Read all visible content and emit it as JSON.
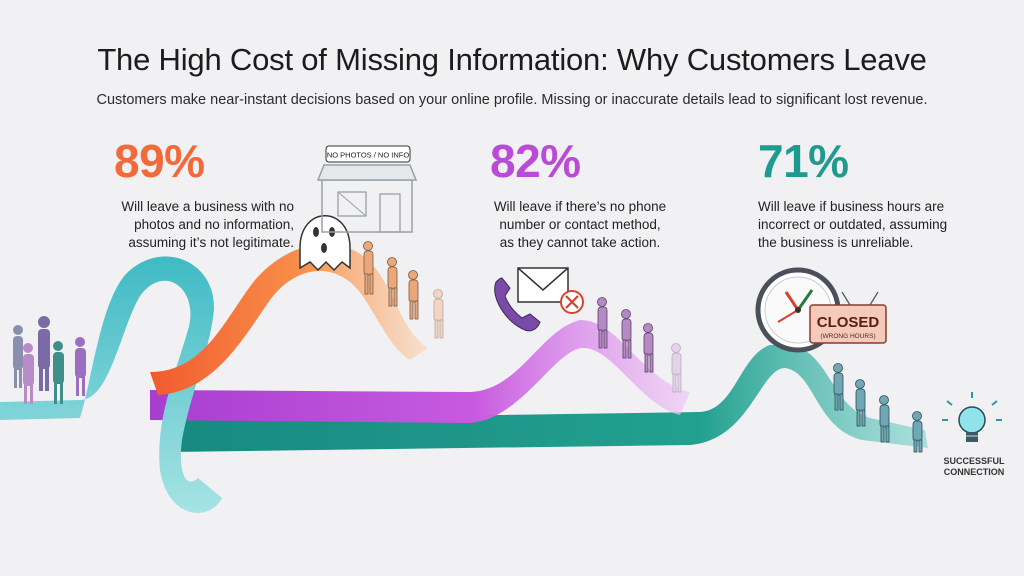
{
  "header": {
    "title": "The High Cost of Missing Information: Why Customers Leave",
    "subtitle": "Customers make near-instant decisions based on your online profile. Missing or inaccurate details lead to significant lost revenue."
  },
  "stats": [
    {
      "percent": "89%",
      "color": "#f26a3a",
      "line1": "Will leave a business with no",
      "line2": "photos and no information,",
      "line3": "assuming it’s not legitimate."
    },
    {
      "percent": "82%",
      "color": "#b94bd6",
      "line1": "Will leave if there’s no phone",
      "line2": "number or contact method,",
      "line3": "as they cannot take action."
    },
    {
      "percent": "71%",
      "color": "#1f9a8e",
      "line1": "Will leave if business hours are",
      "line2": "incorrect or outdated, assuming",
      "line3": "the business is unreliable."
    }
  ],
  "icons": {
    "storefront_tag": "NO PHOTOS / NO INFO",
    "closed_sign_main": "CLOSED",
    "closed_sign_sub": "(WRONG HOURS)"
  },
  "outcome": {
    "line1": "SUCCESSFUL",
    "line2": "CONNECTION"
  },
  "colors": {
    "orange": "#f26a3a",
    "purple": "#b94bd6",
    "teal": "#1f9a8e",
    "cyan": "#43c0c8",
    "background": "#f1f1f3"
  }
}
